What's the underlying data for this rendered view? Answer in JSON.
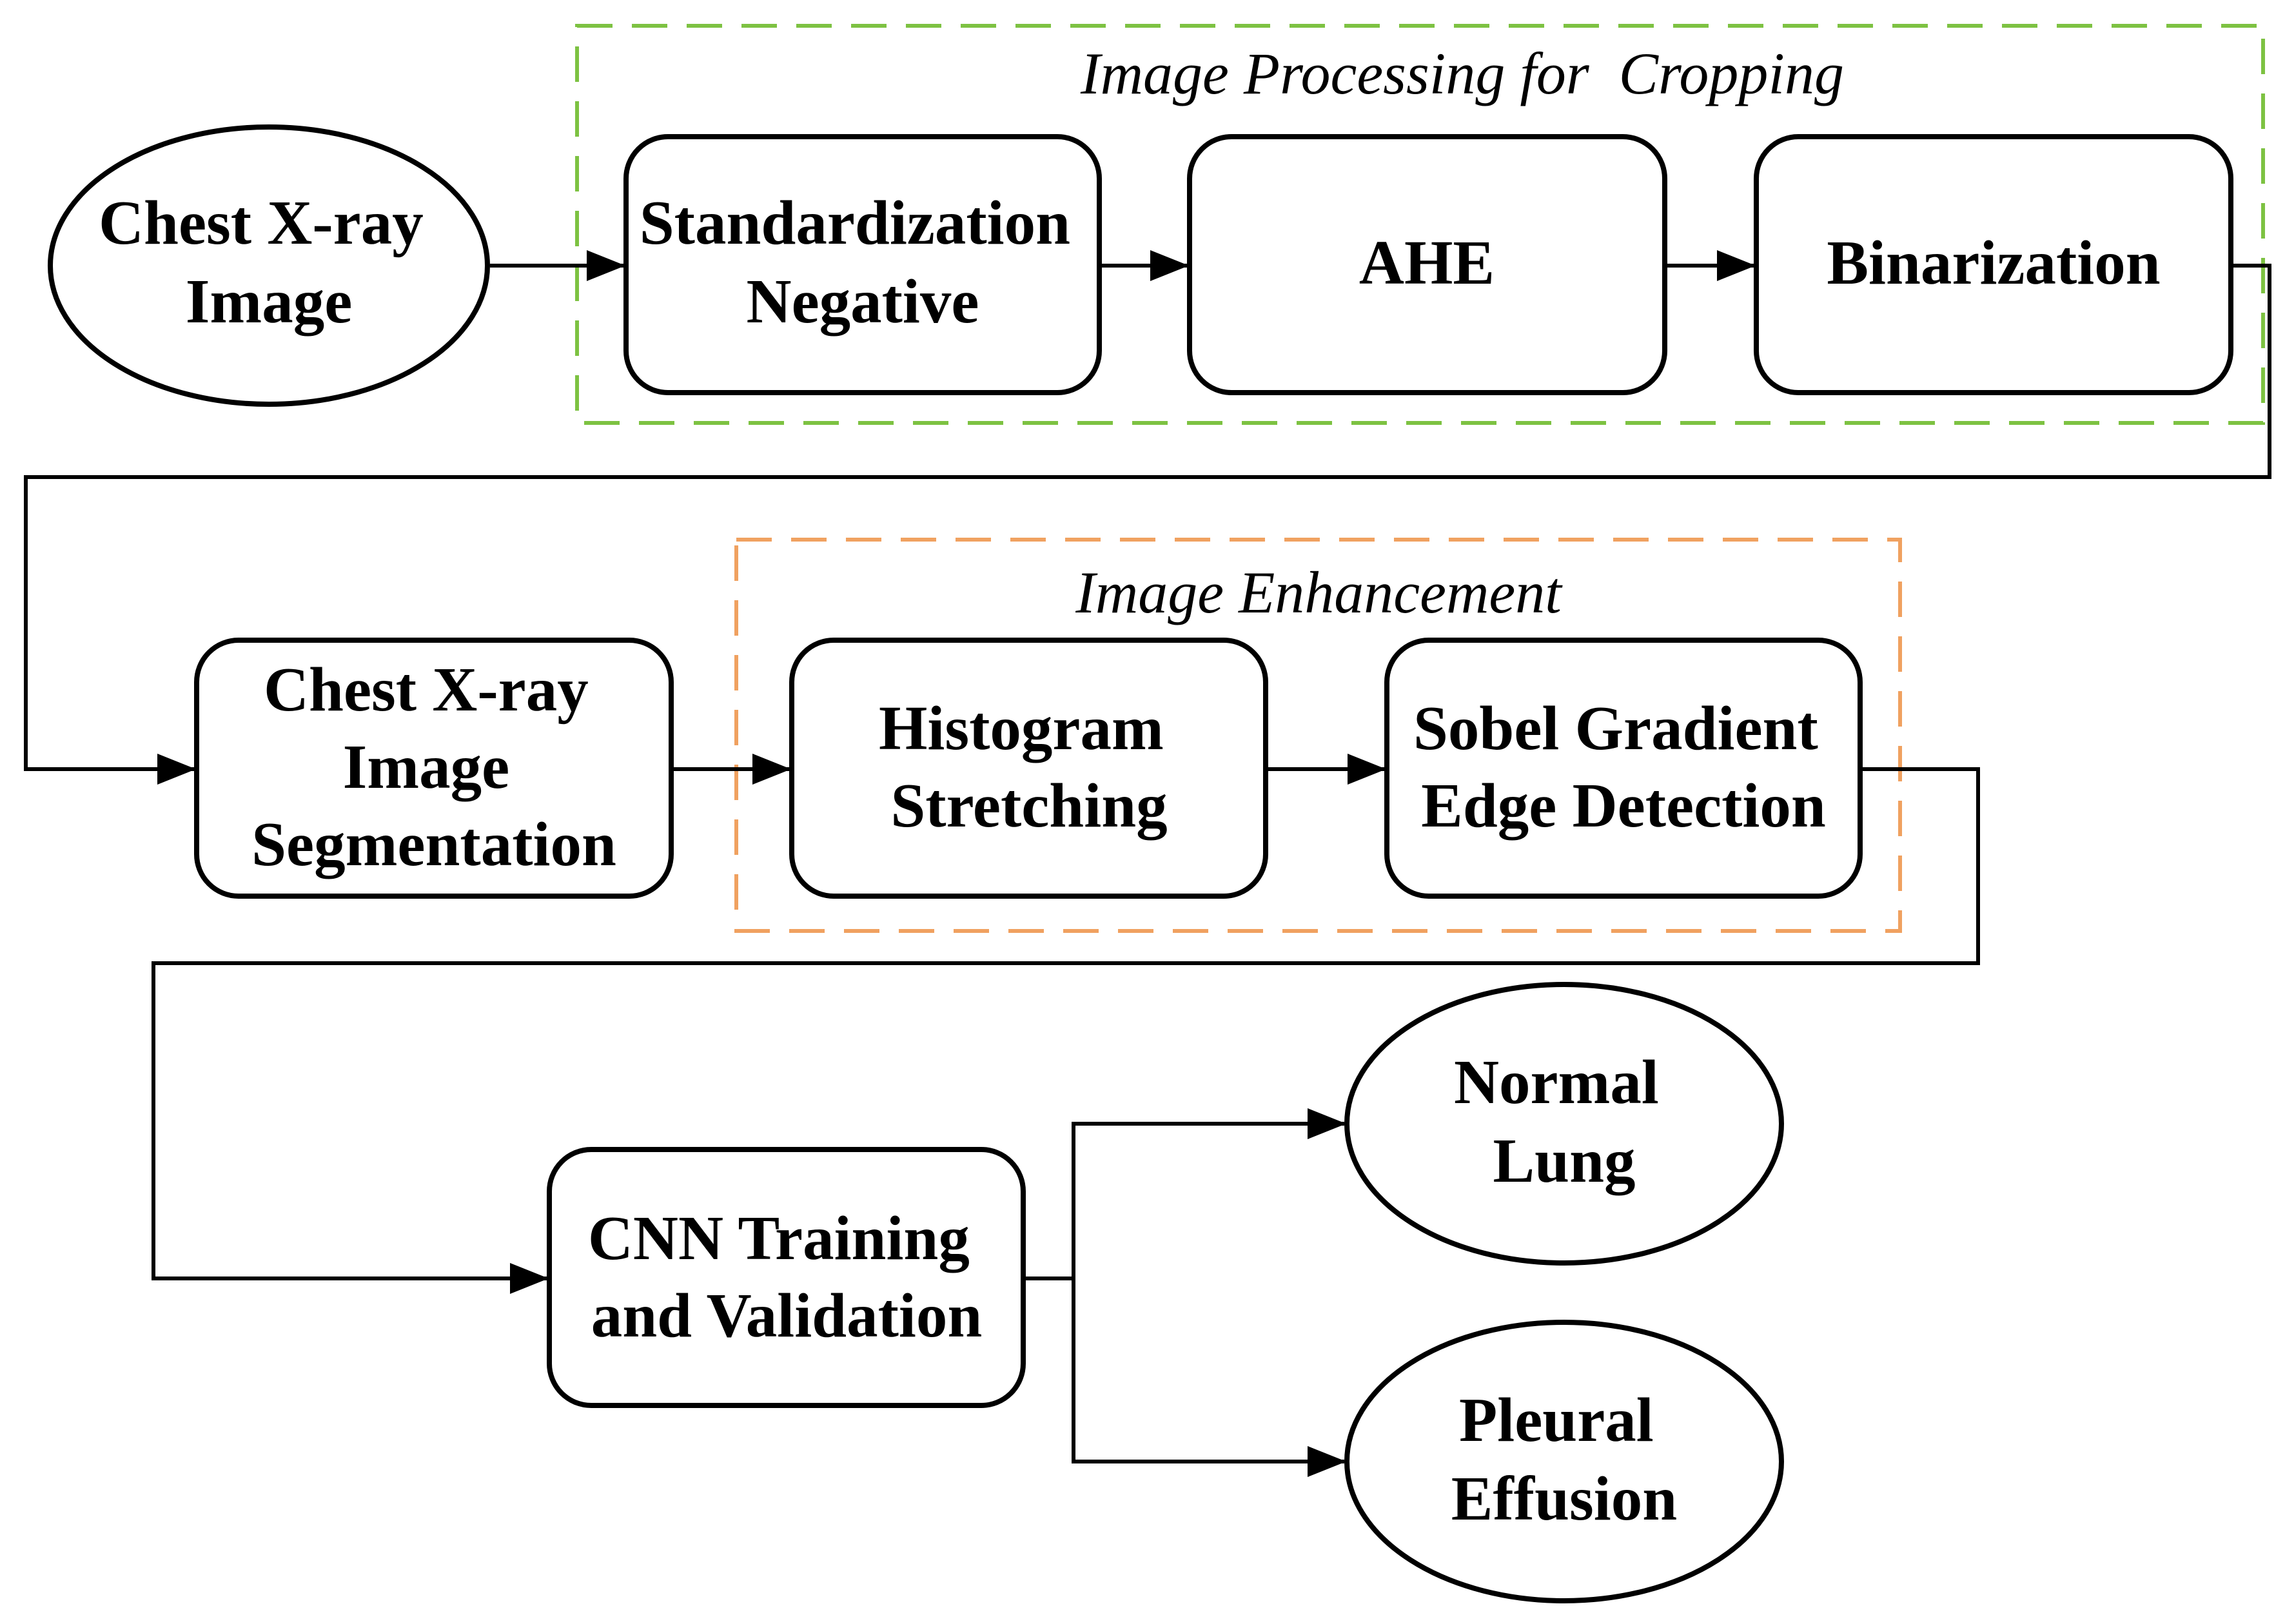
{
  "colors": {
    "cropping_frame": "#7dc242",
    "enhancement_frame": "#f0a160",
    "stroke": "#000000",
    "background": "#ffffff"
  },
  "groups": {
    "cropping": {
      "title": "Image Processing for  Cropping"
    },
    "enhancement": {
      "title": "Image Enhancement"
    }
  },
  "nodes": {
    "input": {
      "lines": [
        "Chest X-ray",
        "Image"
      ]
    },
    "standardization": {
      "lines": [
        "Standardization",
        "Negative"
      ]
    },
    "ahe": {
      "lines": [
        "AHE"
      ]
    },
    "binarization": {
      "lines": [
        "Binarization"
      ]
    },
    "segmentation": {
      "lines": [
        "Chest X-ray",
        "Image",
        "Segmentation"
      ]
    },
    "histogram": {
      "lines": [
        "Histogram",
        "Stretching"
      ]
    },
    "sobel": {
      "lines": [
        "Sobel Gradient",
        "Edge Detection"
      ]
    },
    "cnn": {
      "lines": [
        "CNN Training",
        "and Validation"
      ]
    },
    "normal": {
      "lines": [
        "Normal",
        "Lung"
      ]
    },
    "effusion": {
      "lines": [
        "Pleural",
        "Effusion"
      ]
    }
  }
}
